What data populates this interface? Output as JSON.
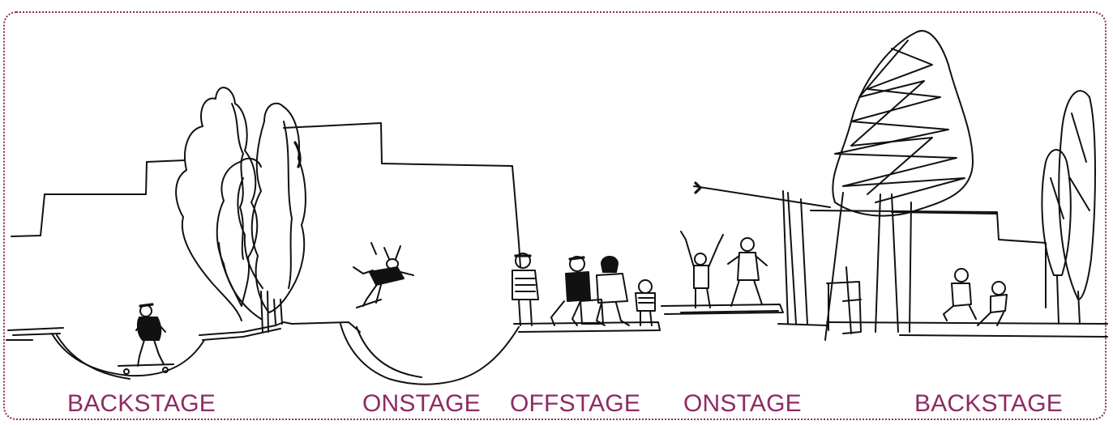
{
  "zone_labels": {
    "backstage_left": "BACKSTAGE",
    "onstage_left": "ONSTAGE",
    "offstage": "OFFSTAGE",
    "onstage_right": "ONSTAGE",
    "backstage_right": "BACKSTAGE"
  },
  "colors": {
    "label": "#8e2a63",
    "frame": "#8e2a63",
    "ink": "#111111"
  }
}
